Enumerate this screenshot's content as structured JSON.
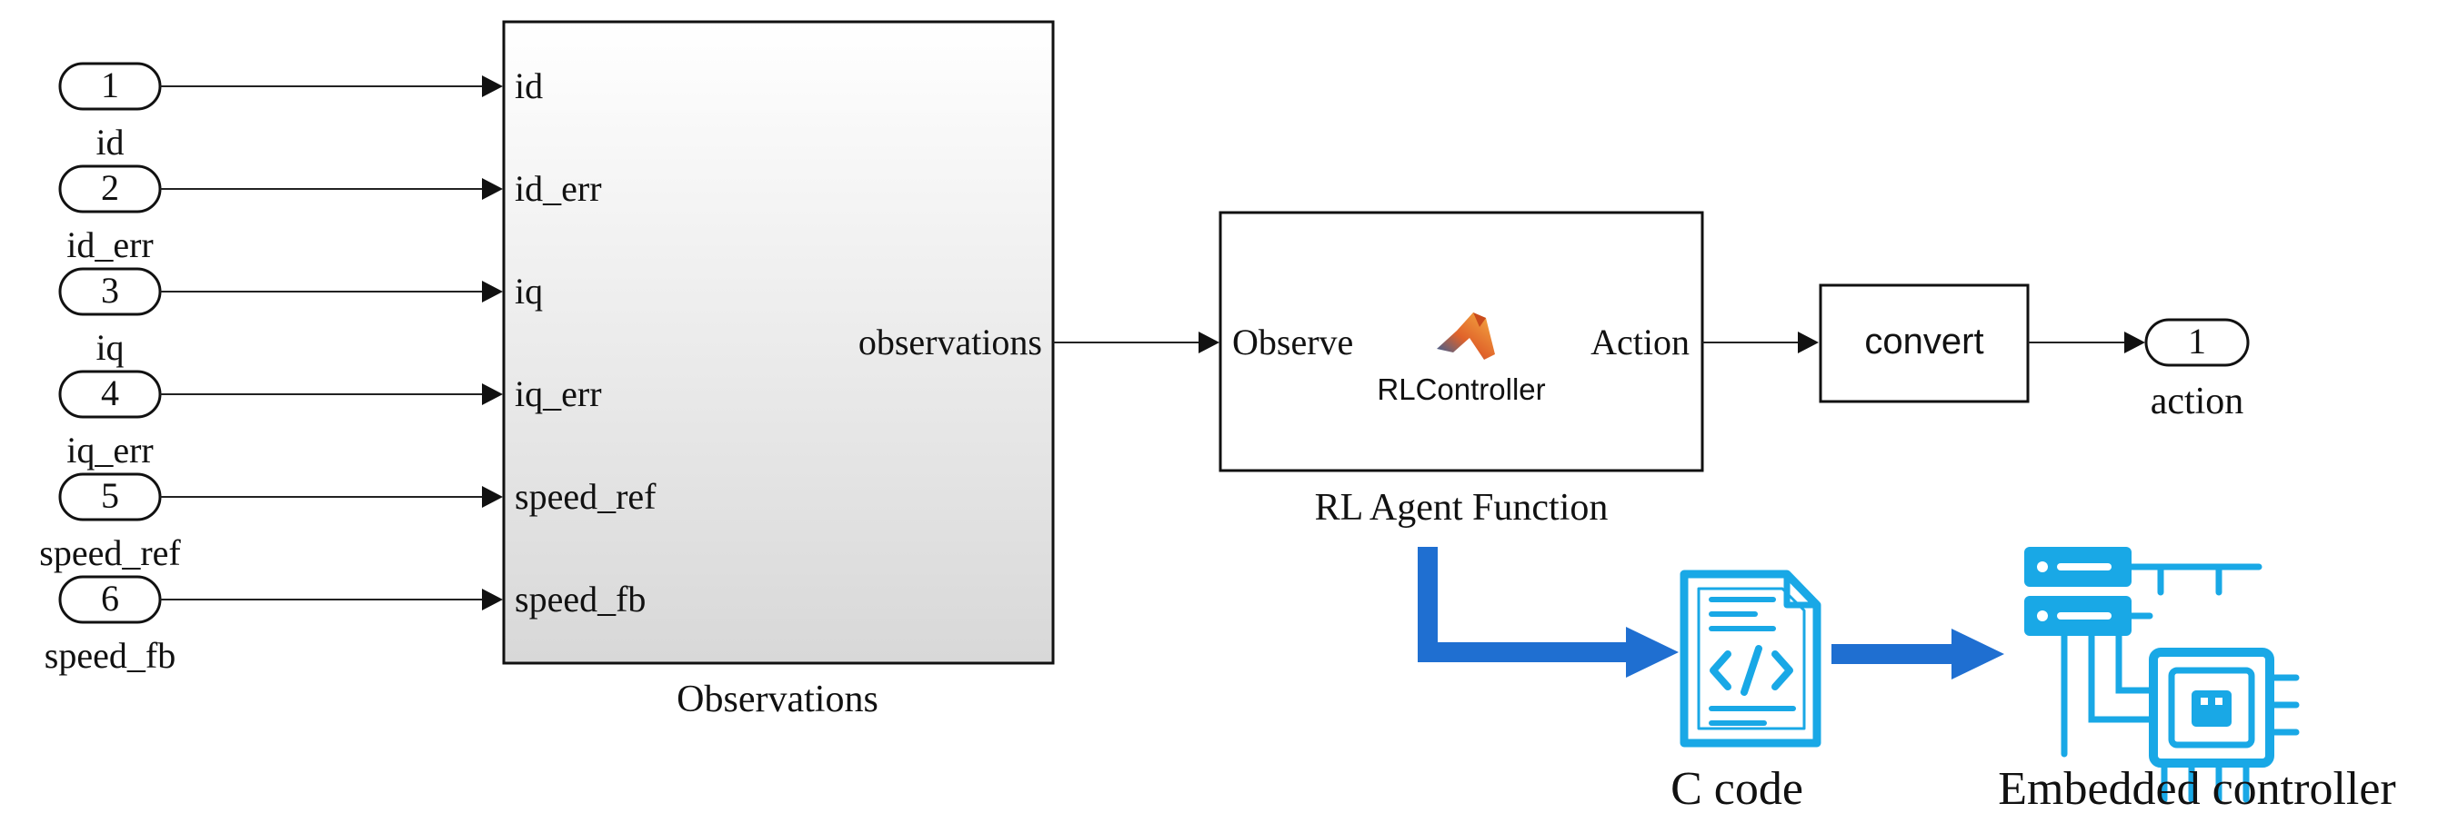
{
  "inports": [
    {
      "number": "1",
      "name": "id"
    },
    {
      "number": "2",
      "name": "id_err"
    },
    {
      "number": "3",
      "name": "iq"
    },
    {
      "number": "4",
      "name": "iq_err"
    },
    {
      "number": "5",
      "name": "speed_ref"
    },
    {
      "number": "6",
      "name": "speed_fb"
    }
  ],
  "observations_block": {
    "name": "Observations",
    "input_ports": [
      "id",
      "id_err",
      "iq",
      "iq_err",
      "speed_ref",
      "speed_fb"
    ],
    "output_port": "observations"
  },
  "rl_block": {
    "name": "RL Agent Function",
    "input_port": "Observe",
    "output_port": "Action",
    "inner_label": "RLController",
    "icon": "matlab-logo-icon"
  },
  "convert_block": {
    "label": "convert"
  },
  "outport": {
    "number": "1",
    "name": "action"
  },
  "codegen": {
    "c_code_label": "C code",
    "c_code_icon": "code-file-icon",
    "controller_label": "Embedded controller",
    "controller_icon": "embedded-controller-icon",
    "arrow_color": "#1f6fd1",
    "icon_color": "#19a8e6"
  }
}
